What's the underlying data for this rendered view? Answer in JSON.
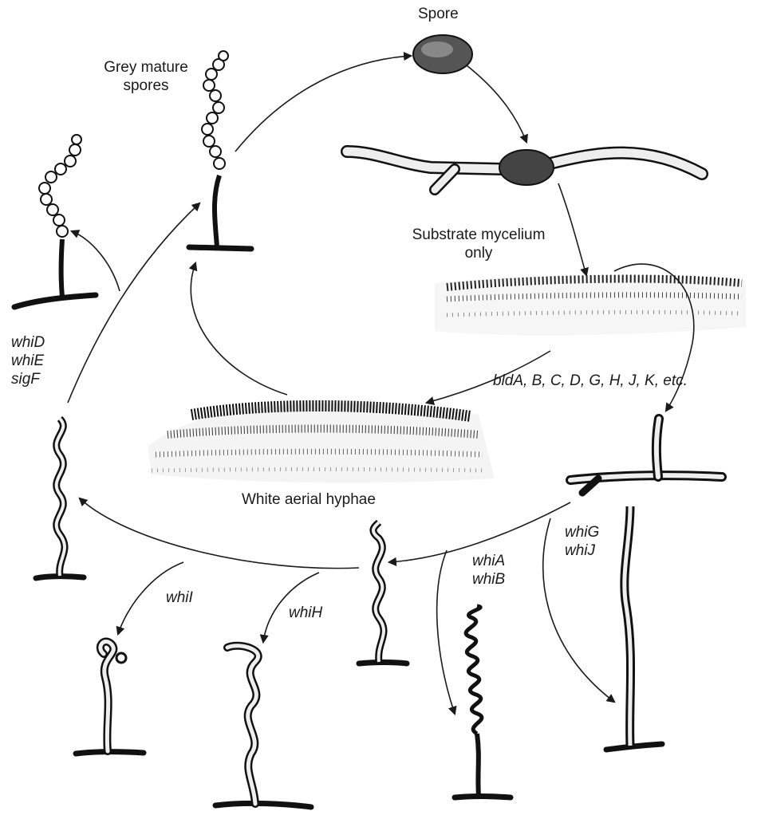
{
  "labels": {
    "spore": "Spore",
    "grey_mature_spores": [
      "Grey mature",
      "spores"
    ],
    "substrate_mycelium": [
      "Substrate mycelium",
      "only"
    ],
    "bld_genes": "bldA, B, C, D, G, H, J, K, etc.",
    "white_aerial_hyphae": "White aerial hyphae",
    "whi_d_e_sigf": [
      "whiD",
      "whiE",
      "sigF"
    ],
    "whi_g_j": [
      "whiG",
      "whiJ"
    ],
    "whi_a_b": [
      "whiA",
      "whiB"
    ],
    "whiI": "whiI",
    "whiH": "whiH"
  },
  "colors": {
    "ink": "#1a1a1a",
    "stipple": "#555555",
    "fill": "#f2f2f2"
  }
}
